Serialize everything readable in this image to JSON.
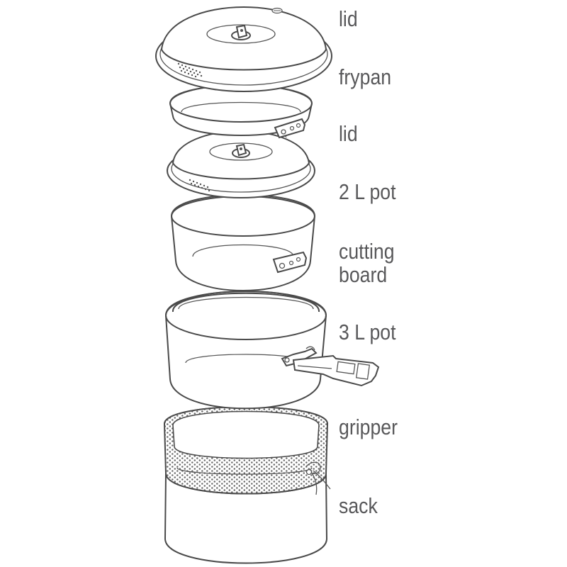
{
  "labels": {
    "lid_top": "lid",
    "frypan": "frypan",
    "lid_second": "lid",
    "pot_2l": "2 L pot",
    "cutting_board_line1": "cutting",
    "cutting_board_line2": "board",
    "pot_3l": "3 L pot",
    "gripper": "gripper",
    "sack": "sack"
  },
  "colors": {
    "label_text": "#58585a",
    "line": "#4a4a4a",
    "background": "#ffffff"
  }
}
